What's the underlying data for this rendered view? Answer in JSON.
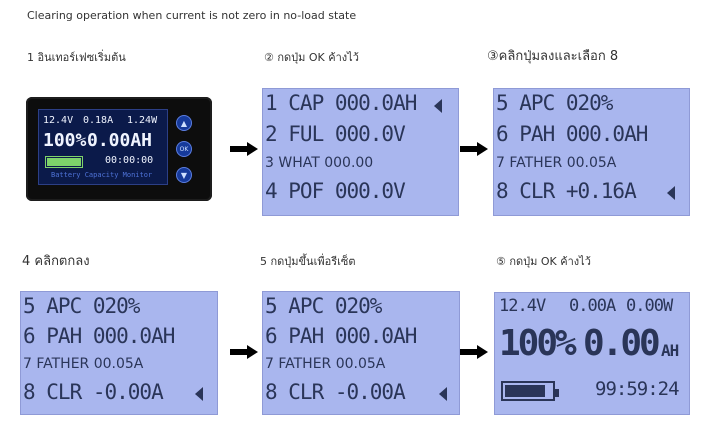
{
  "title": "Clearing operation when current is not zero in no-load state",
  "captions": {
    "c1": "1 อินเทอร์เฟซเริ่มต้น",
    "c2": "② กดปุ่ม OK ค้างไว้",
    "c3": "③คลิกปุ่มลงและเลือก 8",
    "c4": "4 คลิกตกลง",
    "c5": "5 กดปุ่มขึ้นเพื่อรีเซ็ต",
    "c6": "⑤ กดปุ่ม OK ค้างไว้"
  },
  "device": {
    "volt": "12.4V",
    "amp": "0.18A",
    "watt": "1.24W",
    "pct": "100%",
    "ah": "0.00AH",
    "time": "00:00:00",
    "brand": "Battery Capacity Monitor",
    "btn_up": "▲",
    "btn_ok": "OK",
    "btn_down": "▼"
  },
  "panel2": {
    "r1": "1 CAP 000.0AH",
    "r2": "2 FUL 000.0V",
    "r3": "3 WHAT 000.00",
    "r4": "4 POF 000.0V"
  },
  "panel3": {
    "r1": "5 APC 020%",
    "r2": "6 PAH 000.0AH",
    "r3": "7 FATHER 00.05A",
    "r4": "8 CLR +0.16A"
  },
  "panel4": {
    "r1": "5 APC 020%",
    "r2": "6 PAH 000.0AH",
    "r3": "7 FATHER 00.05A",
    "r4": "8 CLR -0.00A"
  },
  "panel5": {
    "r1": "5 APC 020%",
    "r2": "6 PAH 000.0AH",
    "r3": "7 FATHER 00.05A",
    "r4": "8 CLR -0.00A"
  },
  "panel6": {
    "volt": "12.4V",
    "amp": "0.00A",
    "watt": "0.00W",
    "pct": "100%",
    "ah_val": "0.00",
    "ah_unit": "AH",
    "time": "99:59:24"
  }
}
